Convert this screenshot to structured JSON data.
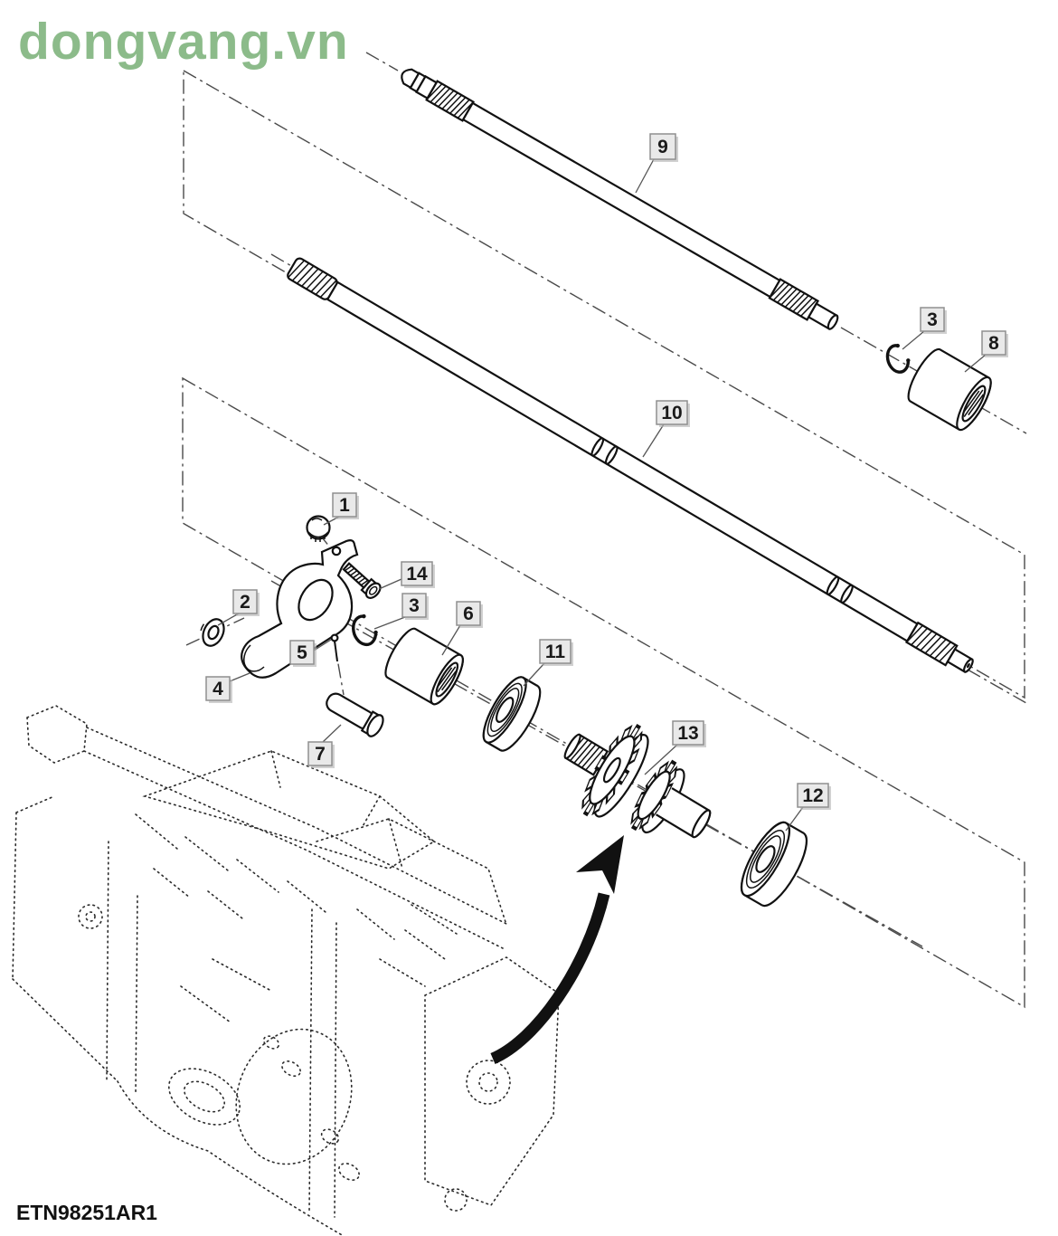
{
  "watermark": {
    "text": "dongvang.vn",
    "color": "#8cbb8a"
  },
  "figure": {
    "code": "ETN98251AR1"
  },
  "callouts": [
    "1",
    "2",
    "3",
    "3",
    "4",
    "5",
    "6",
    "7",
    "8",
    "9",
    "10",
    "11",
    "12",
    "13",
    "14"
  ],
  "colors": {
    "line": "#111111",
    "phantom": "#4a4a4a",
    "label_bg": "#e9e9e9",
    "label_border": "#8f8f8f",
    "label_shadow": "#b9b9b9",
    "label_text": "#1a1a1a",
    "watermark_green": "#8cbb8a"
  }
}
